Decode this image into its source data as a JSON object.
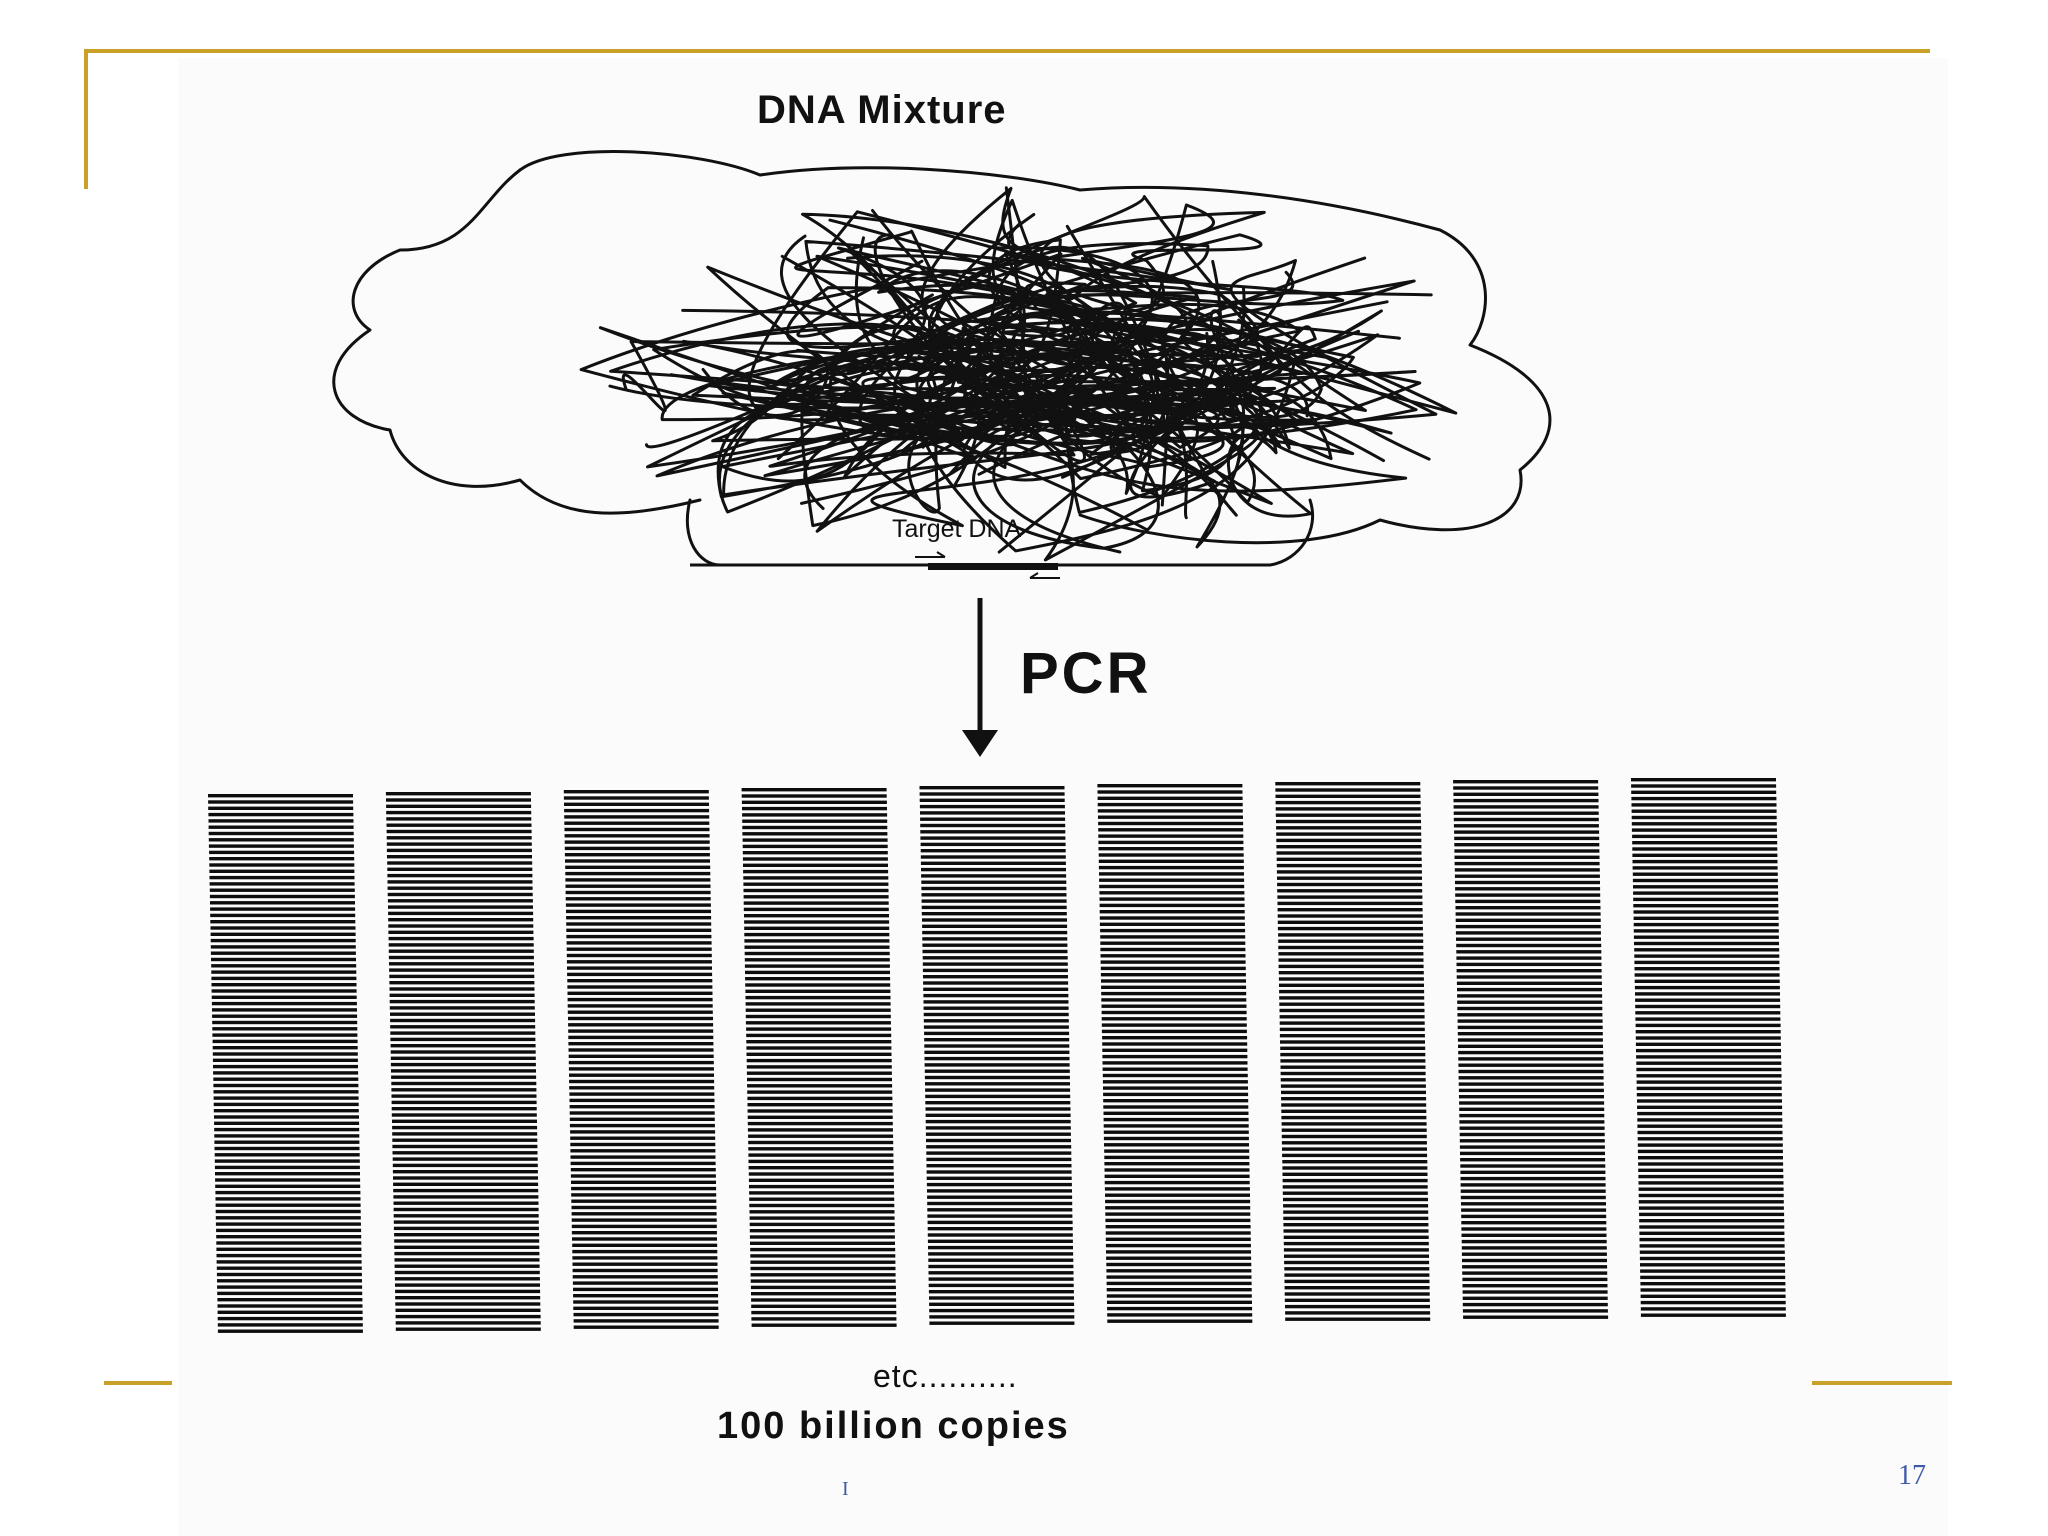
{
  "slide": {
    "title": "DNA Mixture",
    "target_label": "Target DNA",
    "arrow_label": "PCR",
    "etc_label": "etc..........",
    "result_label": "100 billion copies",
    "page_number": "17",
    "footer_mark": "I",
    "accent_color": "#c9a028",
    "copy_columns": 9
  }
}
